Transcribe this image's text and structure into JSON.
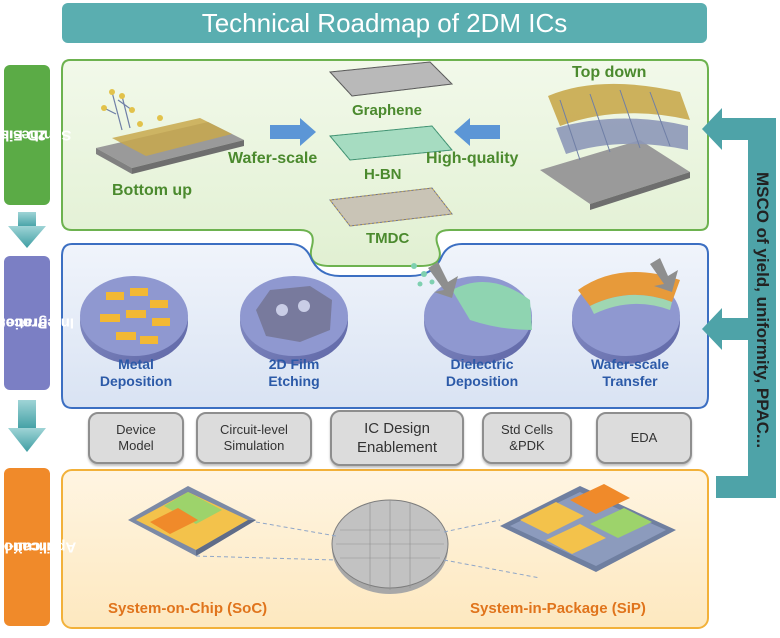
{
  "title": "Technical Roadmap of 2DM ICs",
  "side_labels": {
    "synthesis": "2D Film Synthesis",
    "synthesis_l1": "2D Film",
    "synthesis_l2": "Synthesis",
    "process_l1": "Process",
    "process_l2": "Integration",
    "circuit_l1": "Circuit-level",
    "circuit_l2": "Application"
  },
  "synthesis": {
    "bottom_up": "Bottom up",
    "top_down": "Top down",
    "wafer_scale": "Wafer-scale",
    "high_quality": "High-quality",
    "graphene": "Graphene",
    "hbn": "H-BN",
    "tmdc": "TMDC"
  },
  "process": {
    "metal_l1": "Metal",
    "metal_l2": "Deposition",
    "etch_l1": "2D Film",
    "etch_l2": "Etching",
    "diel_l1": "Dielectric",
    "diel_l2": "Deposition",
    "transfer_l1": "Wafer-scale",
    "transfer_l2": "Transfer"
  },
  "enablers": {
    "device_l1": "Device",
    "device_l2": "Model",
    "sim_l1": "Circuit-level",
    "sim_l2": "Simulation",
    "ic_l1": "IC Design",
    "ic_l2": "Enablement",
    "std_l1": "Std Cells",
    "std_l2": "&PDK",
    "eda": "EDA"
  },
  "circuit": {
    "soc": "System-on-Chip (SoC)",
    "sip": "System-in-Package (SiP)"
  },
  "feedback": "MSCO of yield, uniformity, PPAC...",
  "colors": {
    "teal": "#5aaeb0",
    "green": "#5bab46",
    "purple": "#7b7fc4",
    "orange": "#f08a2a"
  }
}
